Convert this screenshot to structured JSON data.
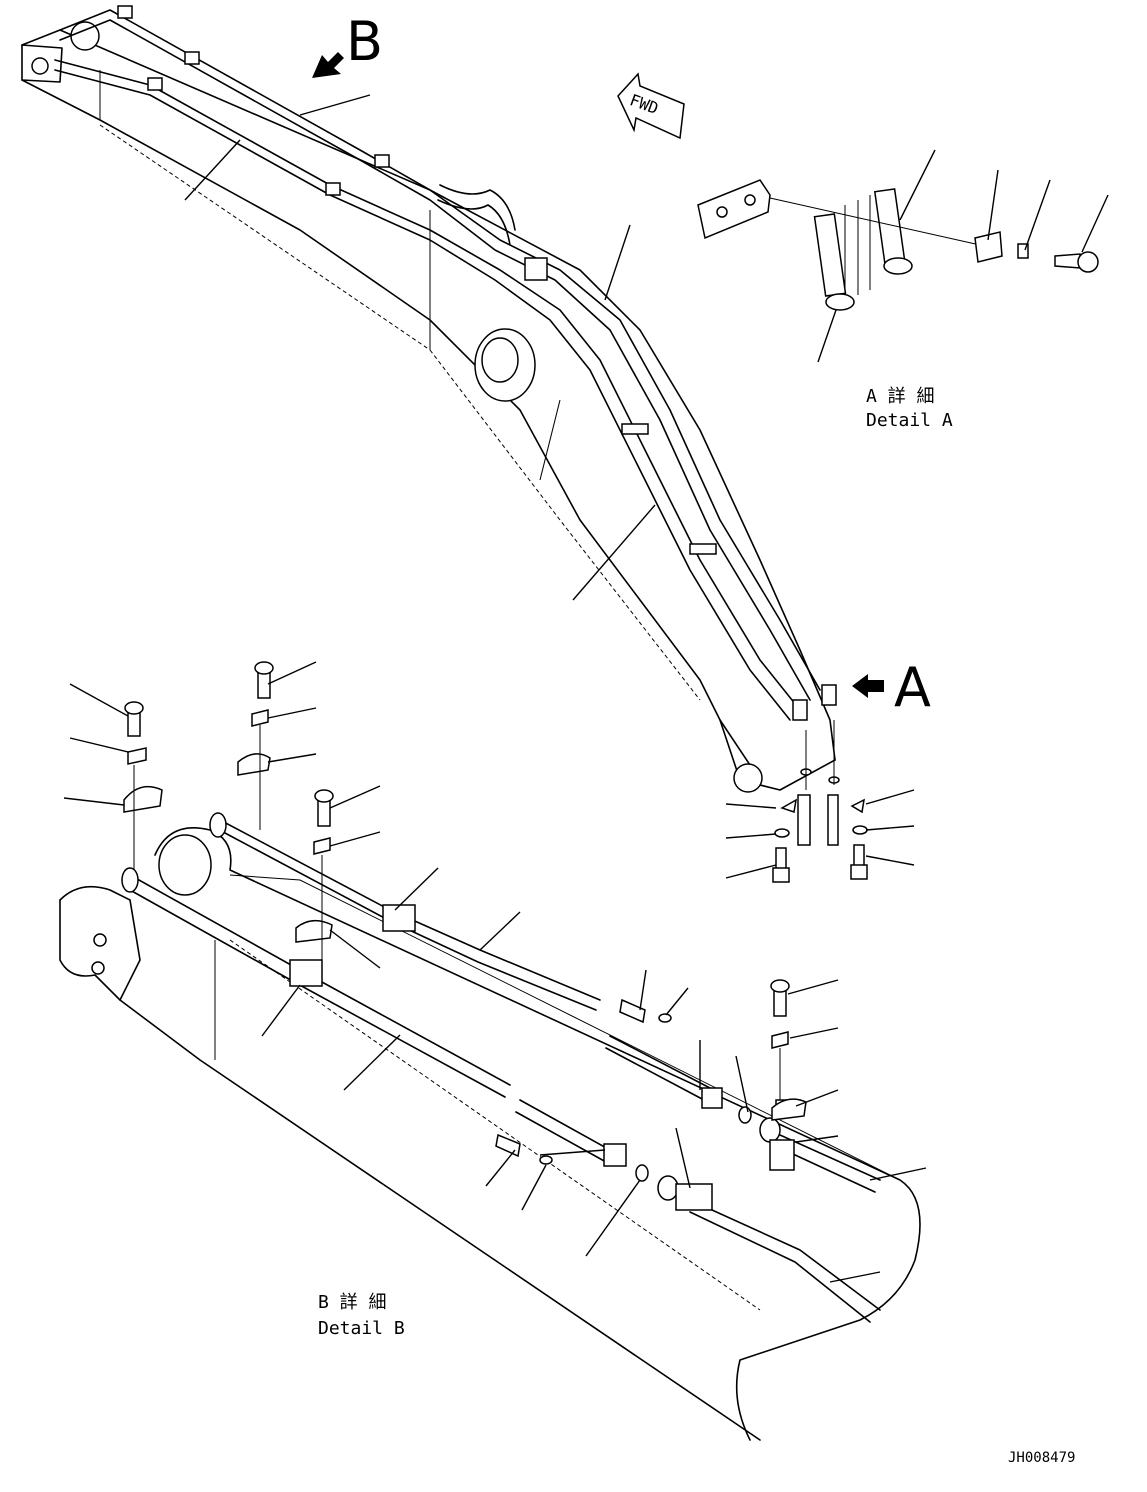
{
  "labels": {
    "view_b": "B",
    "view_a": "A",
    "fwd": "FWD",
    "detail_a_jp": "A 詳 細",
    "detail_a_en": "Detail A",
    "detail_b_jp": "B 詳 細",
    "detail_b_en": "Detail B",
    "drawing_no": "JH008479"
  }
}
